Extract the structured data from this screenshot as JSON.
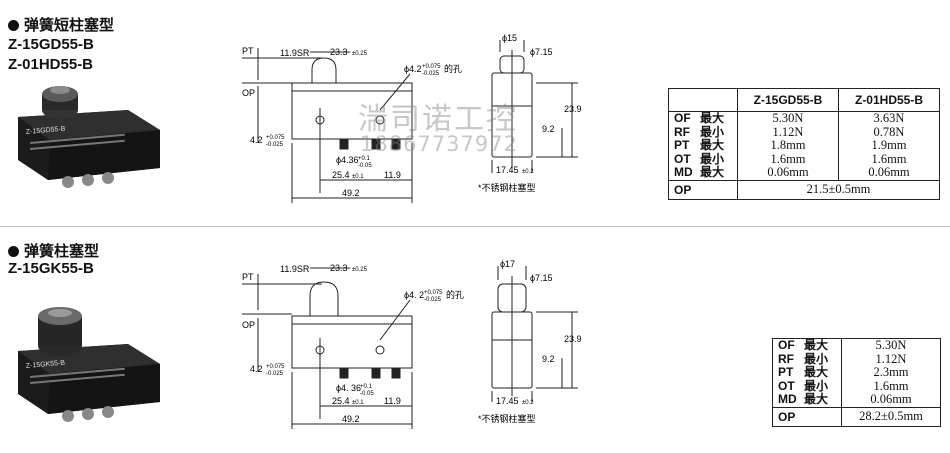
{
  "sections": [
    {
      "title": "弹簧短柱塞型",
      "models": [
        "Z-15GD55-B",
        "Z-01HD55-B"
      ],
      "photo_text": "Z-15GD55-B",
      "dims": {
        "pt": "PT",
        "op": "OP",
        "sr": "11.9SR",
        "width_top": "23.3",
        "width_top_tol": "±0.25",
        "hole": "ϕ4.2",
        "hole_tol_up": "+0.075",
        "hole_tol_lo": "-0.025",
        "hole_suffix": "的孔",
        "left_hole": "4.2",
        "left_tol_up": "+0.075",
        "left_tol_lo": "-0.025",
        "pin": "ϕ4.36",
        "pin_tol_up": "+0.1",
        "pin_tol_lo": "-0.05",
        "d25": "25.4",
        "d25_tol": "±0.1",
        "d119": "11.9",
        "d492": "49.2",
        "phi_plunger": "ϕ15",
        "phi_body": "ϕ7.15",
        "h239": "23.9",
        "h92": "9.2",
        "d1745": "17.45",
        "d1745_tol": "±0.2",
        "note": "*不锈钢柱塞型"
      },
      "table": {
        "headers": [
          "",
          "Z-15GD55-B",
          "Z-01HD55-B"
        ],
        "rows": [
          {
            "sym": "OF",
            "cond": "最大",
            "v1": "5.30N",
            "v2": "3.63N"
          },
          {
            "sym": "RF",
            "cond": "最小",
            "v1": "1.12N",
            "v2": "0.78N"
          },
          {
            "sym": "PT",
            "cond": "最大",
            "v1": "1.8mm",
            "v2": "1.9mm"
          },
          {
            "sym": "OT",
            "cond": "最小",
            "v1": "1.6mm",
            "v2": "1.6mm"
          },
          {
            "sym": "MD",
            "cond": "最大",
            "v1": "0.06mm",
            "v2": "0.06mm"
          }
        ],
        "op_label": "OP",
        "op_value": "21.5±0.5mm"
      }
    },
    {
      "title": "弹簧柱塞型",
      "models": [
        "Z-15GK55-B"
      ],
      "photo_text": "Z-15GK55-B",
      "dims": {
        "pt": "PT",
        "op": "OP",
        "sr": "11.9SR",
        "width_top": "23.3",
        "width_top_tol": "±0.25",
        "hole": "ϕ4. 2",
        "hole_tol_up": "+0.075",
        "hole_tol_lo": "-0.025",
        "hole_suffix": "的孔",
        "left_hole": "4.2",
        "left_tol_up": "+0.075",
        "left_tol_lo": "-0.025",
        "pin": "ϕ4. 36",
        "pin_tol_up": "+0.1",
        "pin_tol_lo": "-0.05",
        "d25": "25.4",
        "d25_tol": "±0.1",
        "d119": "11.9",
        "d492": "49.2",
        "phi_plunger": "ϕ17",
        "phi_body": "ϕ7.15",
        "h239": "23.9",
        "h92": "9.2",
        "d1745": "17.45",
        "d1745_tol": "±0.2",
        "note": "*不锈钢柱塞型"
      },
      "table": {
        "rows": [
          {
            "sym": "OF",
            "cond": "最大",
            "v1": "5.30N"
          },
          {
            "sym": "RF",
            "cond": "最小",
            "v1": "1.12N"
          },
          {
            "sym": "PT",
            "cond": "最大",
            "v1": "2.3mm"
          },
          {
            "sym": "OT",
            "cond": "最小",
            "v1": "1.6mm"
          },
          {
            "sym": "MD",
            "cond": "最大",
            "v1": "0.06mm"
          }
        ],
        "op_label": "OP",
        "op_value": "28.2±0.5mm"
      }
    }
  ],
  "watermark": {
    "line1": "湍司诺工控",
    "line2": "18867737972"
  }
}
